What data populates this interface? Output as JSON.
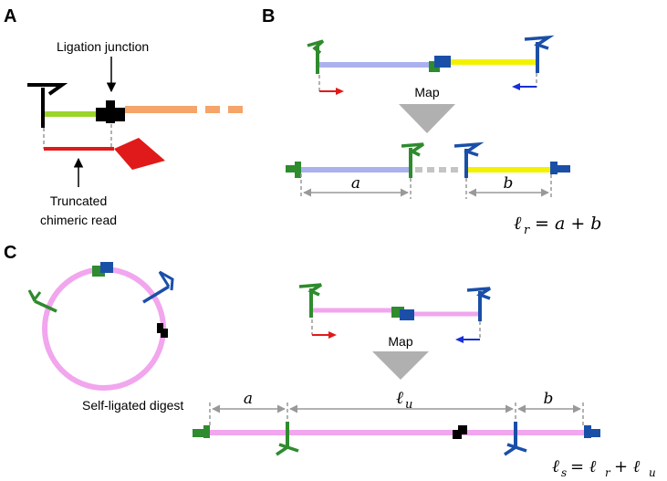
{
  "panels": {
    "a": {
      "letter": "A",
      "ligation_label": "Ligation junction",
      "read_label_line1": "Truncated",
      "read_label_line2": "chimeric read"
    },
    "b": {
      "letter": "B",
      "map_label": "Map",
      "seg_a": "a",
      "seg_b": "b",
      "eq_lhs": "ℓ",
      "eq_lhs_sub": "r",
      "eq_rhs": "= a + b"
    },
    "c": {
      "letter": "C",
      "map_label": "Map",
      "digest_label": "Self-ligated digest",
      "seg_a": "a",
      "seg_u": "ℓ",
      "seg_u_sub": "u",
      "seg_b": "b",
      "eq_lhs": "ℓ",
      "eq_lhs_sub": "s",
      "eq_mid": "= ℓ",
      "eq_mid_sub": "r",
      "eq_plus": "+ ℓ",
      "eq_plus_sub": "u"
    }
  },
  "colors": {
    "green_site": "#2e8b2e",
    "blue_site": "#1a4fa8",
    "black_site": "#000000",
    "lavender": "#aab1ee",
    "yellow": "#f2f200",
    "lime": "#9ad428",
    "orange": "#f5a46a",
    "pink": "#f1a6ee",
    "read_red": "#e01a1a",
    "read_blue": "#1a2fd6",
    "grey": "#b0b0b0"
  }
}
